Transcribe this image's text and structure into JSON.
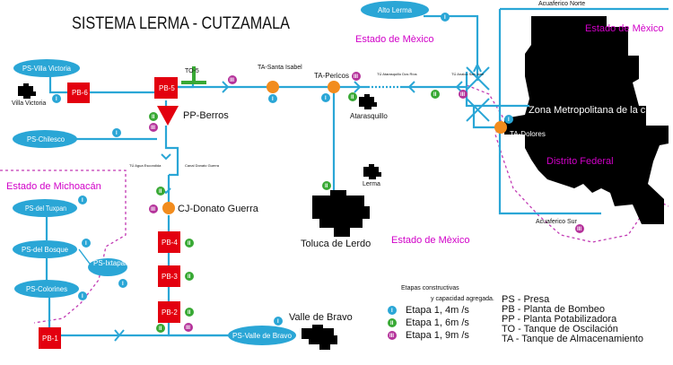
{
  "title": "SISTEMA LERMA - CUTZAMALA",
  "states": {
    "mexico_top": "Estado de Mèxico",
    "mexico_right": "Estado de Mèxico",
    "michoacan": "Estado de Michoacán",
    "mexico_bottom": "Estado de Mèxico",
    "distrito_federal": "Distrito Federal"
  },
  "presas": {
    "villa_victoria": "PS-Villa Victoria",
    "chilesco": "PS-Chilesco",
    "tuxpan": "PS-del Tuxpan",
    "bosque": "PS-del Bosque",
    "ixtapan": "PS-Ixtapan del Oro",
    "colorines": "PS-Colorines",
    "valle_bravo": "PS-Valle de Bravo",
    "alto_lerma": "Alto Lerma"
  },
  "bombeo": {
    "pb1": "PB-1",
    "pb2": "PB-2",
    "pb3": "PB-3",
    "pb4": "PB-4",
    "pb5": "PB-5",
    "pb6": "PB-6"
  },
  "tanques": {
    "to5": "TO-5",
    "santa_isabel": "TA-Santa Isabel",
    "pericos": "TA-Pericos",
    "dolores": "TA-Dolores"
  },
  "plants": {
    "berros": "PP-Berros",
    "donato": "CJ-Donato Guerra"
  },
  "cities": {
    "villa_victoria": "Villa Victoria",
    "atarasquillo": "Atarasquillo",
    "lerma": "Lerma",
    "toluca": "Toluca de Lerdo",
    "valle_bravo": "Valle de Bravo",
    "zona_metropolitana": "Zona Metropolitana de la ciudad de México"
  },
  "aqueducts": {
    "norte": "Acuaferico Norte",
    "sur": "Acuaferico Sur",
    "agua_escondida": "TÚ Agua Escondida",
    "canal_donato": "Canal Donato Guerra",
    "atarasquillo_dos_rios": "TÚ Atarasquillo Dos Ríos",
    "analco_san_jose": "TÚ Analco San José"
  },
  "legend": {
    "heading": "Etapas constructivas",
    "subheading": "y capacidad agregada.",
    "etapa1": "Etapa 1, 4m /s",
    "etapa2": "Etapa 1, 6m /s",
    "etapa3": "Etapa 1, 9m /s",
    "stage_marks": [
      "I",
      "II",
      "III"
    ],
    "abbrev": [
      "PS - Presa",
      "PB - Planta de Bombeo",
      "PP - Planta Potabilizadora",
      "TO - Tanque de Oscilación",
      "TA - Tanque de Almacenamiento"
    ]
  },
  "colors": {
    "pipe": "#2aa6d6",
    "pump": "#e3000f",
    "tank": "#f28c1e",
    "state_label": "#d100c8",
    "stage1": "#2aa6d6",
    "stage2": "#39a935",
    "stage3": "#b5339b"
  }
}
